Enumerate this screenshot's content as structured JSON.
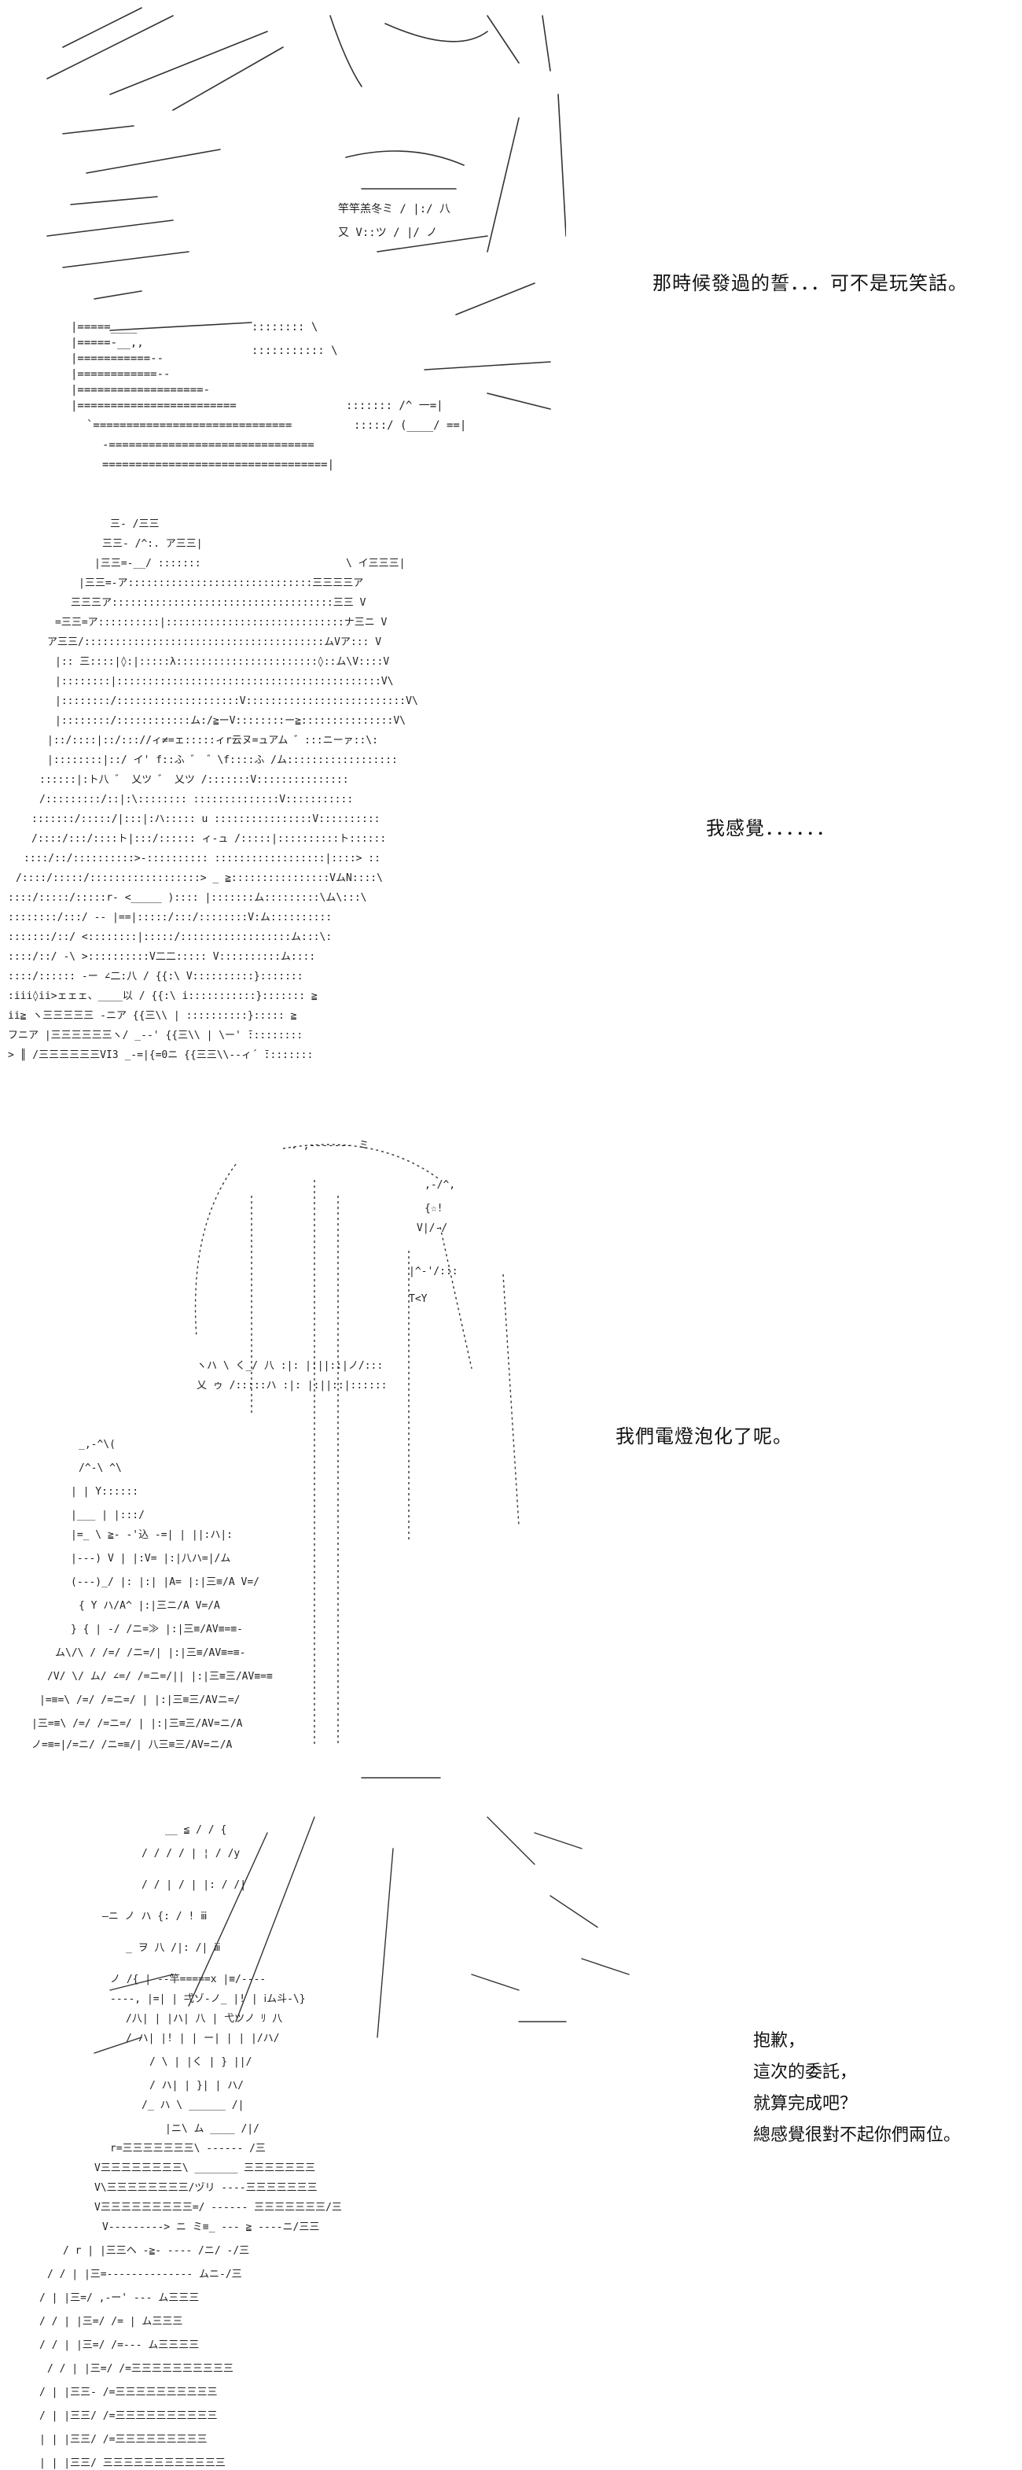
{
  "panels": [
    {
      "id": "panel-1",
      "lines": [
        "那時候發過的誓．．．可不是玩笑話。"
      ]
    },
    {
      "id": "panel-2",
      "lines": [
        "我感覺．．．．．．"
      ]
    },
    {
      "id": "panel-3",
      "lines": [
        "我們電燈泡化了呢。"
      ]
    },
    {
      "id": "panel-4",
      "lines": [
        "抱歉，",
        "這次的委託，",
        "就算完成吧？",
        "總感覺很對不起你們兩位。"
      ]
    }
  ]
}
